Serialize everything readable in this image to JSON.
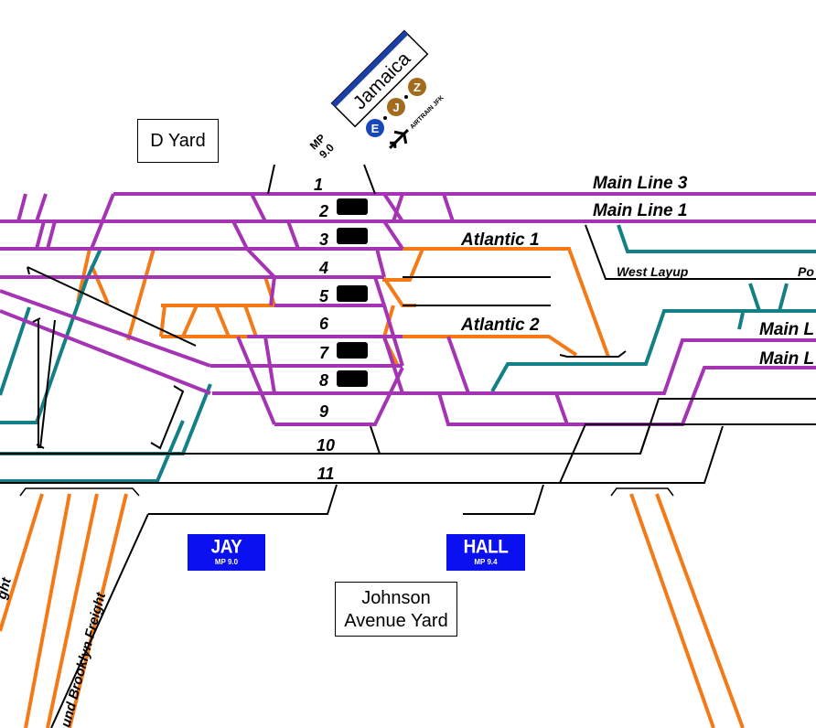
{
  "colors": {
    "magenta": "#a534b4",
    "teal": "#137f86",
    "orange": "#f47a17",
    "black": "#000000",
    "station_blue": "#1a3fa8",
    "cabin_blue": "#0a10f0",
    "e_train": "#1746b8",
    "jz_train": "#a36b1d"
  },
  "station": {
    "name": "Jamaica",
    "services": [
      "E",
      "J",
      "Z"
    ],
    "airtrain": "AIRTRAIN JFK",
    "milepost_label": "MP",
    "milepost_value": "9.0"
  },
  "yards": {
    "d_yard": "D Yard",
    "johnson_line1": "Johnson",
    "johnson_line2": "Avenue Yard"
  },
  "tracks": [
    "1",
    "2",
    "3",
    "4",
    "5",
    "6",
    "7",
    "8",
    "9",
    "10",
    "11"
  ],
  "lines": {
    "main_line_3": "Main Line 3",
    "main_line_1": "Main Line 1",
    "atlantic_1": "Atlantic 1",
    "atlantic_2": "Atlantic 2",
    "west_layup": "West Layup",
    "po_partial": "Po",
    "main_partial_1": "Main L",
    "main_partial_2": "Main L",
    "freight_1": "und Brooklyn Freight",
    "freight_2": "ght"
  },
  "cabins": {
    "jay": {
      "name": "JAY",
      "mp": "MP 9.0"
    },
    "hall": {
      "name": "HALL",
      "mp": "MP 9.4"
    }
  }
}
